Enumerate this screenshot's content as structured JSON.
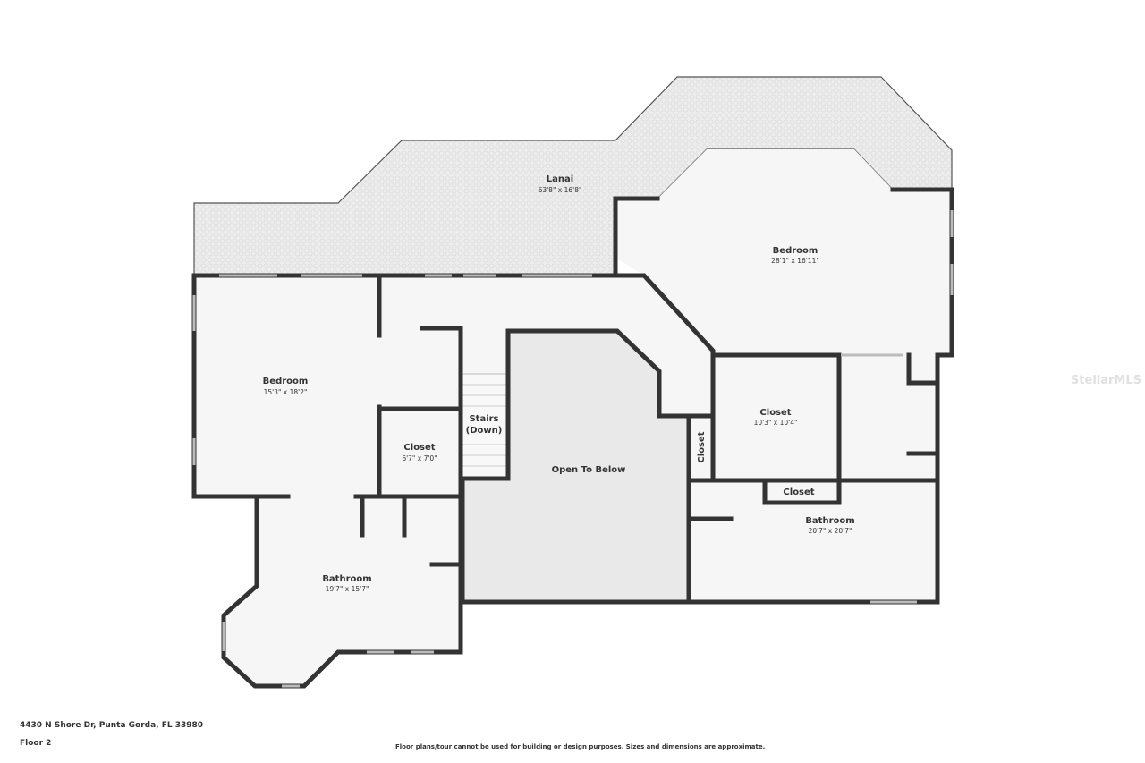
{
  "rooms": {
    "lanai": {
      "name": "Lanai",
      "dim": "63'8\" x 16'8\""
    },
    "bedroom_right": {
      "name": "Bedroom",
      "dim": "28'1\" x 16'11\""
    },
    "bedroom_left": {
      "name": "Bedroom",
      "dim": "15'3\" x 18'2\""
    },
    "closet_small": {
      "name": "Closet",
      "dim": "6'7\" x 7'0\""
    },
    "stairs": {
      "name_line1": "Stairs",
      "name_line2": "(Down)"
    },
    "open_to_below": {
      "name": "Open To Below"
    },
    "closet_vertical": {
      "name": "Closet"
    },
    "closet_large": {
      "name": "Closet",
      "dim": "10'3\" x 10'4\""
    },
    "closet_bath": {
      "name": "Closet"
    },
    "bathroom_right": {
      "name": "Bathroom",
      "dim": "20'7\" x 20'7\""
    },
    "bathroom_left": {
      "name": "Bathroom",
      "dim": "19'7\" x 15'7\""
    }
  },
  "footer": {
    "address": "4430 N Shore Dr, Punta Gorda, FL 33980",
    "floor": "Floor 2",
    "disclaimer": "Floor plans/tour cannot be used for building or design purposes. Sizes and dimensions are approximate."
  },
  "watermark": "StellarMLS",
  "colors": {
    "wall": "#333333",
    "floor": "#f5f5f5",
    "lanai": "#ebebeb",
    "open_to_below": "#e8e8e8"
  }
}
